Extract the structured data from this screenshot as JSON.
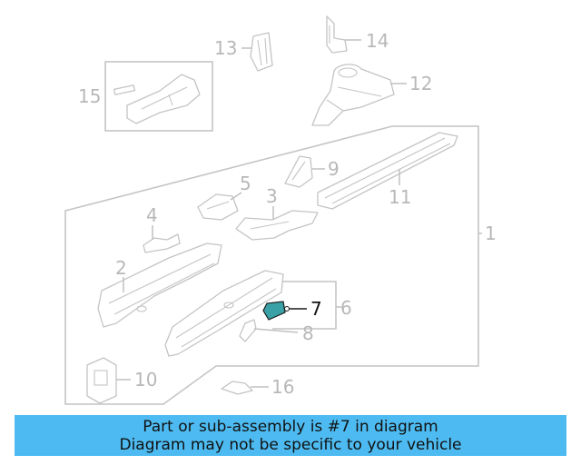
{
  "diagram": {
    "highlighted_part": "7",
    "highlight_color": "#3aa2a6",
    "callouts": [
      {
        "id": "c1",
        "label": "1"
      },
      {
        "id": "c2",
        "label": "2"
      },
      {
        "id": "c3",
        "label": "3"
      },
      {
        "id": "c4",
        "label": "4"
      },
      {
        "id": "c5",
        "label": "5"
      },
      {
        "id": "c6",
        "label": "6"
      },
      {
        "id": "c7",
        "label": "7"
      },
      {
        "id": "c8",
        "label": "8"
      },
      {
        "id": "c9",
        "label": "9"
      },
      {
        "id": "c10",
        "label": "10"
      },
      {
        "id": "c11",
        "label": "11"
      },
      {
        "id": "c12",
        "label": "12"
      },
      {
        "id": "c13",
        "label": "13"
      },
      {
        "id": "c14",
        "label": "14"
      },
      {
        "id": "c15",
        "label": "15"
      },
      {
        "id": "c16",
        "label": "16"
      }
    ]
  },
  "banner": {
    "line1": "Part or sub-assembly is #7 in diagram",
    "line2": "Diagram may not be specific to your vehicle",
    "background": "#4dbbf1"
  }
}
